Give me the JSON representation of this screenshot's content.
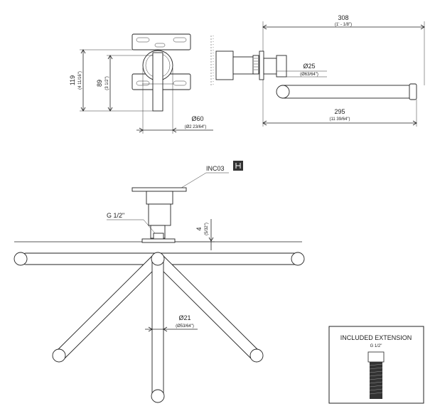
{
  "front_view": {
    "height_overall": "119",
    "height_overall_imperial": "(4 11/16\")",
    "height_center": "89",
    "height_center_imperial": "(3 1/2\")",
    "diameter_plate": "Ø60",
    "diameter_plate_imperial": "(Ø2 23/64\")"
  },
  "side_view": {
    "length_overall": "308",
    "length_overall_imperial": "(1' - 1/8\")",
    "diameter_body": "Ø25",
    "diameter_body_imperial": "(Ø63/64\")",
    "length_spout": "295",
    "length_spout_imperial": "(11 39/64\")"
  },
  "top_view": {
    "finish_code": "INC03",
    "thread": "G 1/2\"",
    "offset": "4",
    "offset_imperial": "(5/32\")",
    "diameter_spout": "Ø21",
    "diameter_spout_imperial": "(Ø53/64\")"
  },
  "extension_box": {
    "title": "INCLUDED EXTENSION",
    "thread": "G 1/2\""
  }
}
